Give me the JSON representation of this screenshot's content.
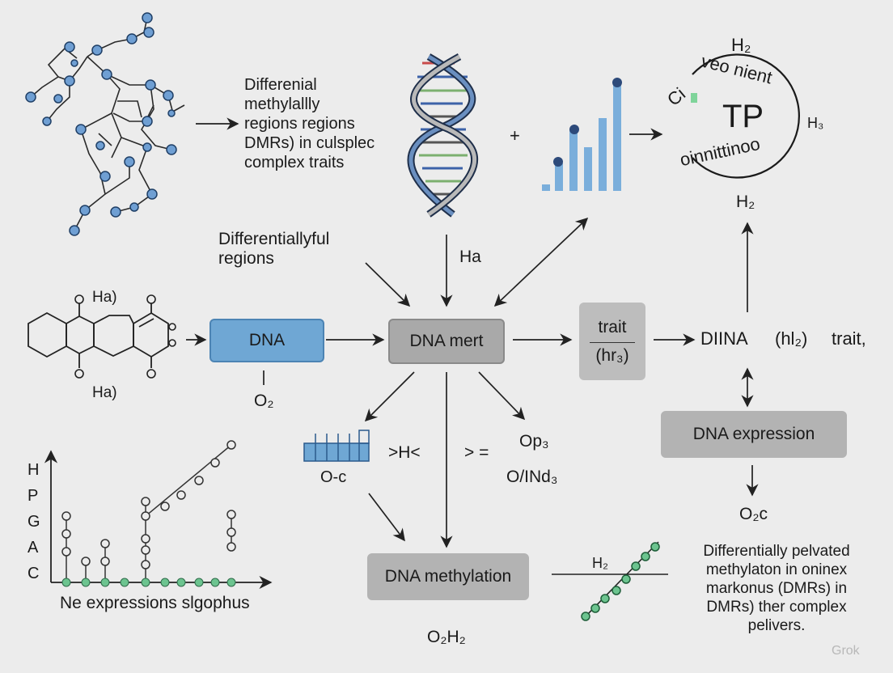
{
  "colors": {
    "background": "#ececec",
    "node_blue": "#6f9fd3",
    "node_green": "#6cc48f",
    "bar_blue": "#7aaedb",
    "dna_box": "#6fa7d4",
    "gray_box": "#a9a9a9",
    "arrow": "#222222"
  },
  "top_text": {
    "lines": [
      "Differenial",
      "methylallly",
      "regions regions",
      "DMRs) in culsplec",
      "complex traits"
    ]
  },
  "plus_sign": "+",
  "tp_circle": {
    "center_label": "TP",
    "arc_top_text": "veo nient",
    "arc_left_text": "Ci",
    "arc_bottom_text": "oinnittinoo",
    "label_top": "H₂",
    "label_right": "H₃",
    "label_bottom": "H₂"
  },
  "mid_left_label": {
    "lines": [
      "Differentiallyful",
      "regions"
    ]
  },
  "ha_arrow_label": "Ha",
  "ring_labels": {
    "top": "Ha)",
    "bottom": "Ha)"
  },
  "dna_box": {
    "label": "DNA",
    "below": "O₂"
  },
  "dna_mert_box": {
    "label": "DNA mert"
  },
  "trait_box": {
    "top": "trait",
    "bottom": "(hr₃)"
  },
  "dlina_row": {
    "a": "DIINA",
    "b": "(hl₂)",
    "c": "trait,"
  },
  "dna_expression_box": {
    "label": "DNA expression",
    "below": "O₂c"
  },
  "small_bar": {
    "label": "O-c"
  },
  "mid_symbols": {
    "a": ">H<",
    "b": "> =",
    "c": "Op₃",
    "d": "O/INd₃"
  },
  "methylation_box": {
    "label": "DNA methylation",
    "below": "O₂H₂"
  },
  "graph": {
    "y_letters": [
      "H",
      "P",
      "G",
      "A",
      "C"
    ],
    "caption": "Ne expressions slgophus"
  },
  "bottom_right_text": {
    "lines": [
      "Differentially pelvated",
      "methylaton in oninex",
      "markonus (DMRs) in",
      "DMRs) ther complex",
      "pelivers."
    ]
  },
  "strand_label": "H₂",
  "watermark": "Grok"
}
